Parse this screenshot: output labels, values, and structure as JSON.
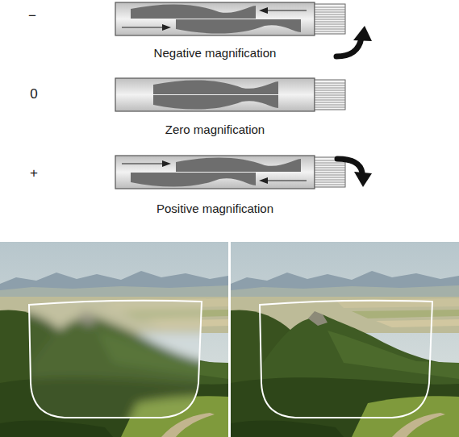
{
  "diagram": {
    "nodes": [
      {
        "text": [
          "Negative magnification"
        ]
      },
      {
        "text": [
          "Zero magnification"
        ]
      },
      {
        "text": [
          "Positive magnification"
        ]
      }
    ],
    "labels": [
      "−",
      "0",
      "+"
    ]
  }
}
